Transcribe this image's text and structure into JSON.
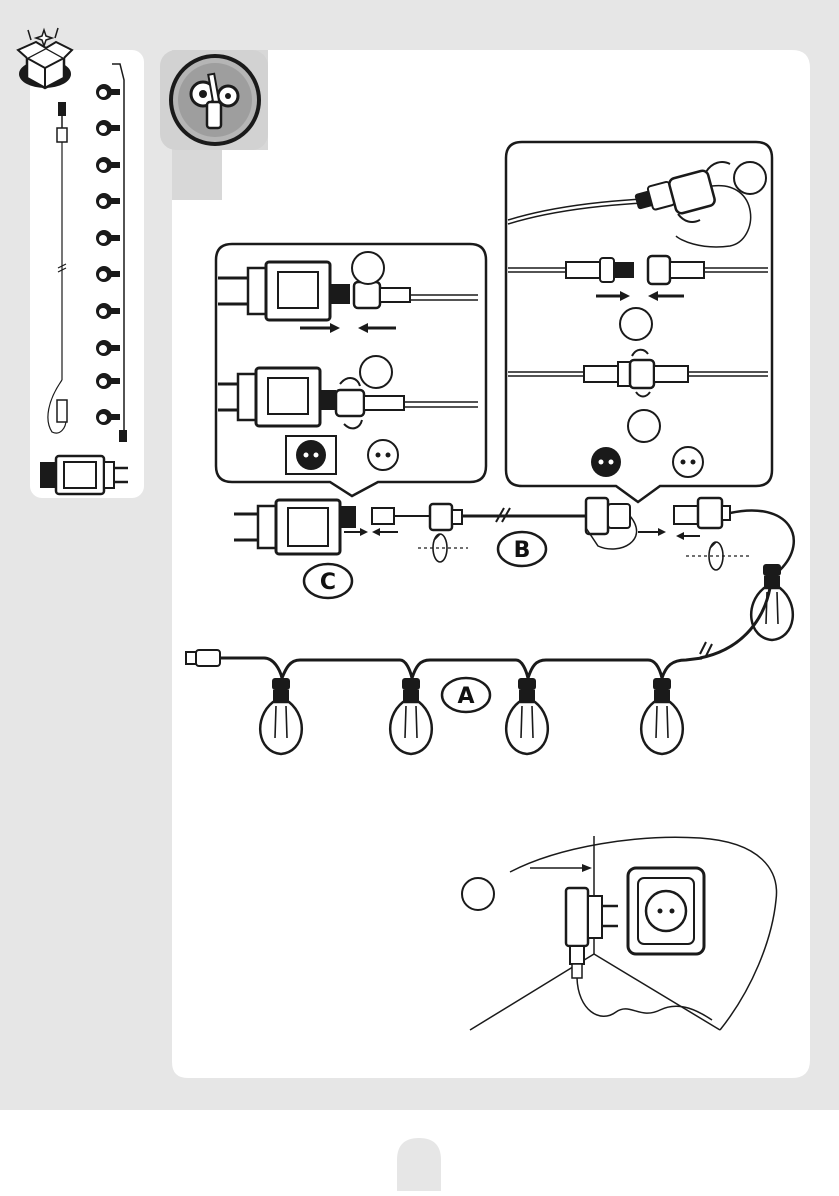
{
  "labels": {
    "a": "A",
    "b": "B",
    "c": "C"
  },
  "icons": {
    "package_contents": "open-box-icon",
    "assembly": "screwdriver-gears-icon"
  },
  "colors": {
    "page_gray": "#e6e6e6",
    "tab_gray": "#cfcfcf",
    "panel_white": "#ffffff",
    "ink": "#1a1a1a"
  }
}
